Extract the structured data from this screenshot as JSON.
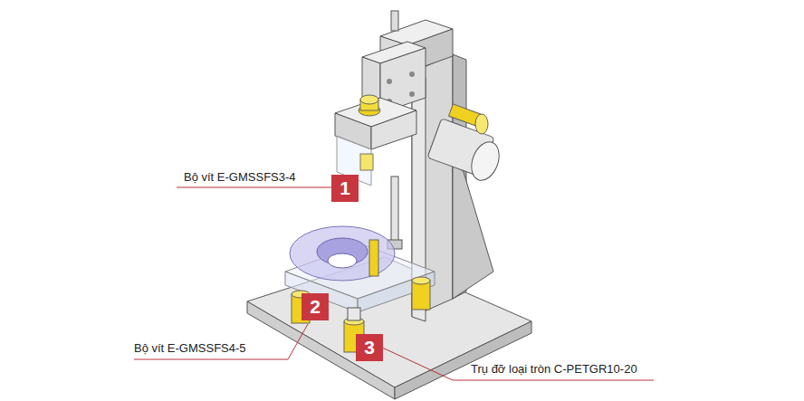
{
  "diagram": {
    "nodes": [
      {
        "text": [
          "1"
        ]
      },
      {
        "text": [
          "2"
        ]
      },
      {
        "text": [
          "3"
        ]
      }
    ],
    "labels": [
      "Bộ vít E-GMSSFS3-4",
      "Bộ vít E-GMSSFS4-5",
      "Trụ đỡ loại tròn C-PETGR10-20"
    ]
  }
}
